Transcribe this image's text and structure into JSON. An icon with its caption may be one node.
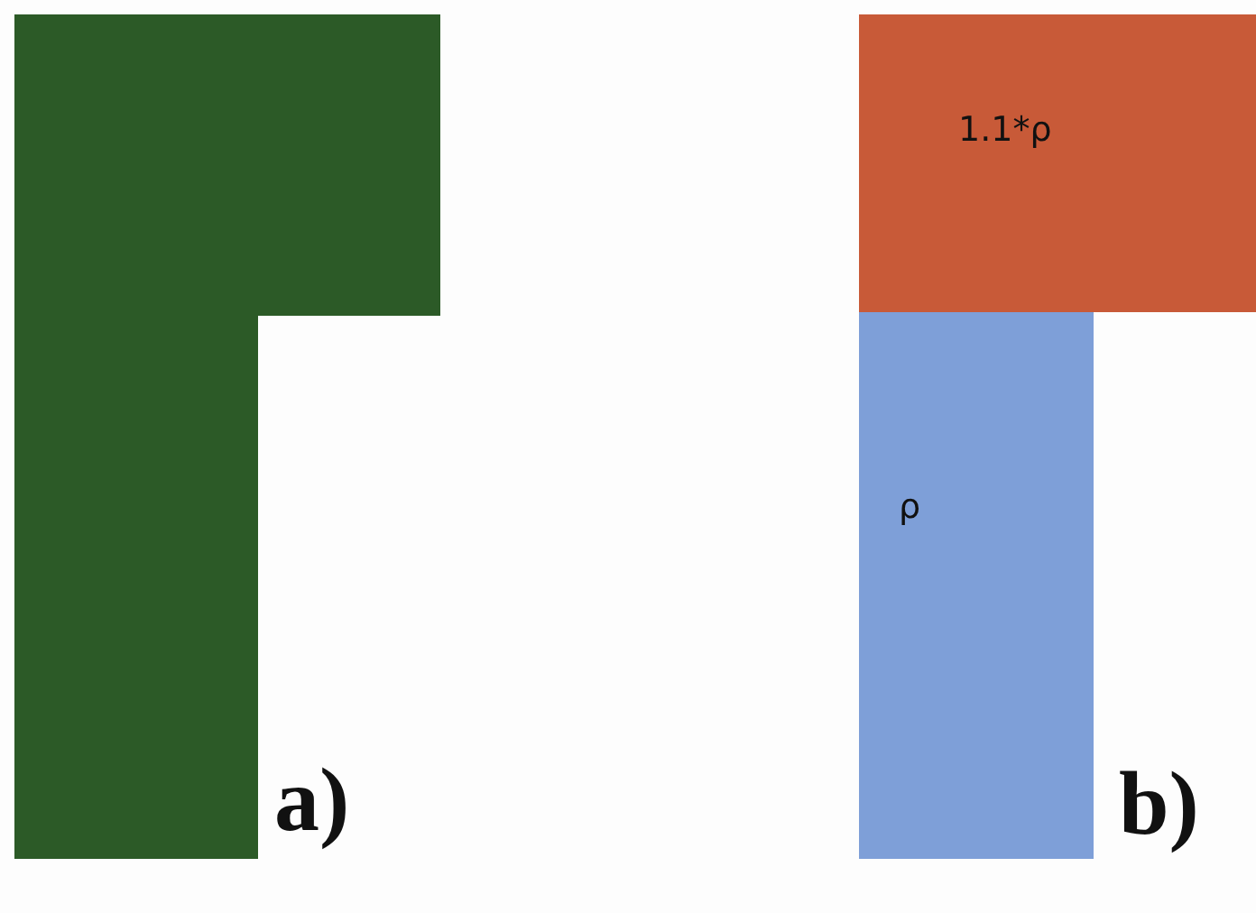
{
  "diagram": {
    "nodes": [
      {
        "text": [],
        "shape": "box"
      },
      {
        "text": [
          "1.1*ρ"
        ]
      },
      {
        "text": [
          "ρ"
        ]
      }
    ],
    "labels": [
      "a)",
      "b)"
    ]
  }
}
